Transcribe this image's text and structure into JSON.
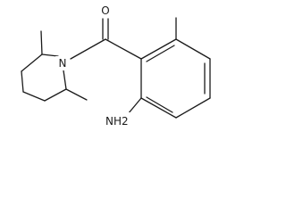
{
  "molecule": {
    "atoms": {
      "oxygen": "O",
      "nitrogen": "N",
      "amine": "NH2"
    },
    "colors": {
      "bond": "#1a1a1a",
      "background": "#ffffff"
    }
  }
}
